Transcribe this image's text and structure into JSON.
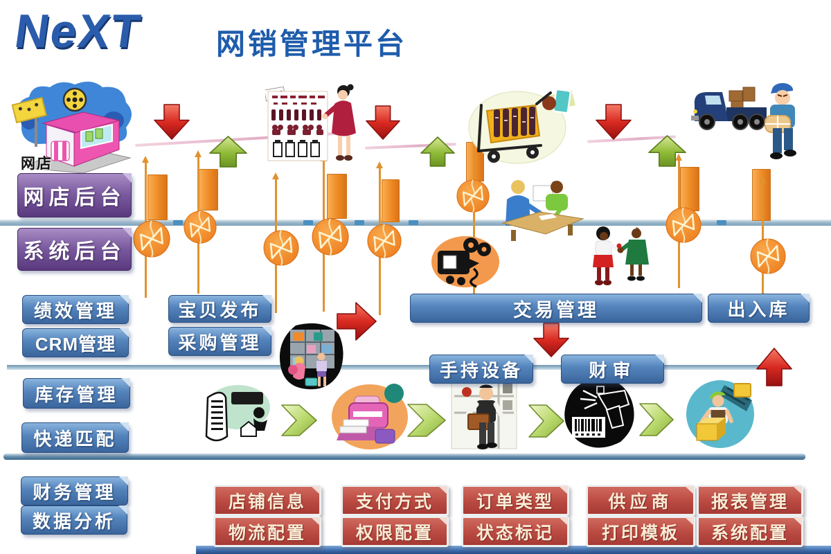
{
  "header": {
    "logo": "NeXT",
    "title": "网销管理平台"
  },
  "shop": {
    "label": "网店"
  },
  "purple": {
    "store_backend": "网店后台",
    "system_backend": "系统后台"
  },
  "blue": {
    "performance": "绩效管理",
    "crm": "CRM管理",
    "publish": "宝贝发布",
    "purchase": "采购管理",
    "trade": "交易管理",
    "warehouse_io": "出入库",
    "handheld": "手持设备",
    "audit": "财审",
    "inventory": "库存管理",
    "express": "快递匹配",
    "finance": "财务管理",
    "analysis": "数据分析"
  },
  "red": {
    "shop_info": "店铺信息",
    "payment": "支付方式",
    "order_type": "订单类型",
    "supplier": "供应商",
    "report": "报表管理",
    "logistics": "物流配置",
    "permission": "权限配置",
    "status": "状态标记",
    "print": "打印模板",
    "system": "系统配置"
  },
  "icons": {
    "red_down_arrow": "red-down-arrow-icon",
    "green_up_arrow": "green-up-arrow-icon",
    "red_right_arrow": "red-right-arrow-icon",
    "red_up_arrow": "red-up-arrow-icon",
    "green_chevron": "green-chevron-icon",
    "pinwheel": "pinwheel-node-icon",
    "pin": "pin-connector-icon",
    "bar": "orange-bar-icon",
    "shop": "storefront-illustration",
    "product_board": "product-display-illustration",
    "cart": "shopping-cart-illustration",
    "truck": "delivery-truck-illustration",
    "desk": "service-desk-illustration",
    "camera": "camera-illustration",
    "handshake": "handshake-illustration",
    "shoppers": "store-shoppers-illustration",
    "document": "document-print-illustration",
    "copier": "copier-illustration",
    "worker": "picking-worker-illustration",
    "scanner": "barcode-scanner-illustration",
    "packer": "packing-worker-illustration"
  },
  "colors": {
    "logo": "#2b5cac",
    "title": "#1f5cab",
    "purple_box": "#7a5a9e",
    "blue_box": "#4a7ab5",
    "red_box": "#bb4b43",
    "orange": "#ee8a24",
    "red_arrow": "#d92a21",
    "green_arrow": "#8fba37",
    "line": "#9cb9cc"
  }
}
